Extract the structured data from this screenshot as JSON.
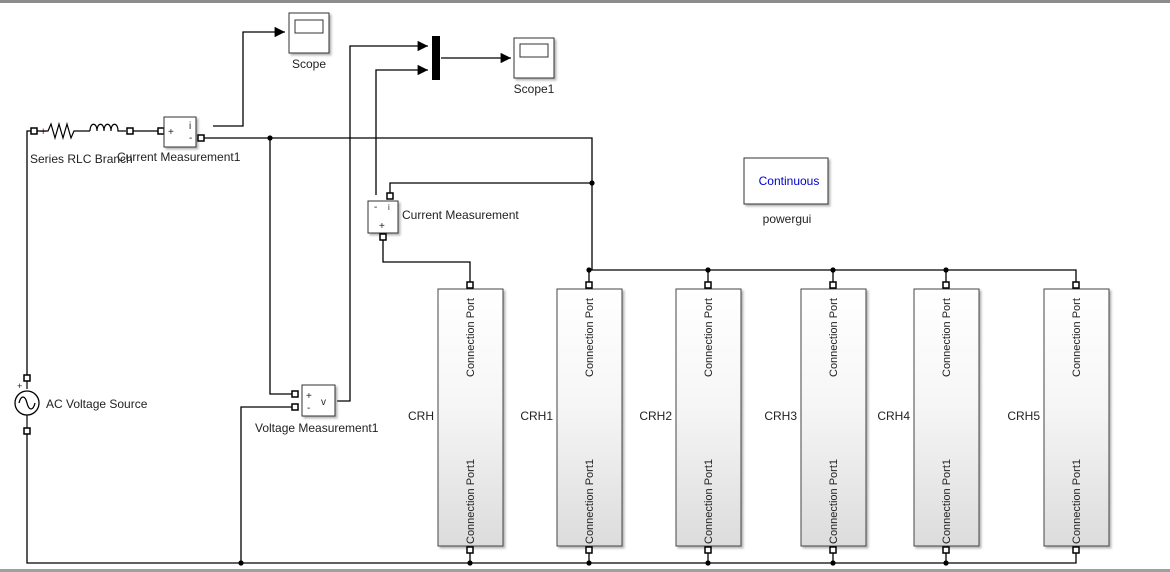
{
  "blocks": {
    "scope": {
      "label": "Scope"
    },
    "scope1": {
      "label": "Scope1"
    },
    "series_rlc": {
      "label": "Series RLC Branch"
    },
    "current_meas1": {
      "label": "Current Measurement1",
      "port_out": "i",
      "port_plus": "+",
      "port_minus": "-"
    },
    "current_meas": {
      "label": "Current Measurement",
      "port_minus": "-",
      "port_out": "i",
      "port_plus": "+"
    },
    "powergui": {
      "label": "powergui",
      "text": "Continuous",
      "text_color": "#0000cc"
    },
    "ac_source": {
      "label": "AC Voltage Source",
      "plus": "+"
    },
    "voltage_meas1": {
      "label": "Voltage Measurement1",
      "port_plus": "+",
      "port_minus": "-",
      "port_out": "v"
    },
    "crh": [
      {
        "label": "CRH",
        "top_port": "Connection Port",
        "bottom_port": "Connection Port1"
      },
      {
        "label": "CRH1",
        "top_port": "Connection Port",
        "bottom_port": "Connection Port1"
      },
      {
        "label": "CRH2",
        "top_port": "Connection Port",
        "bottom_port": "Connection Port1"
      },
      {
        "label": "CRH3",
        "top_port": "Connection Port",
        "bottom_port": "Connection Port1"
      },
      {
        "label": "CRH4",
        "top_port": "Connection Port",
        "bottom_port": "Connection Port1"
      },
      {
        "label": "CRH5",
        "top_port": "Connection Port",
        "bottom_port": "Connection Port1"
      }
    ]
  }
}
